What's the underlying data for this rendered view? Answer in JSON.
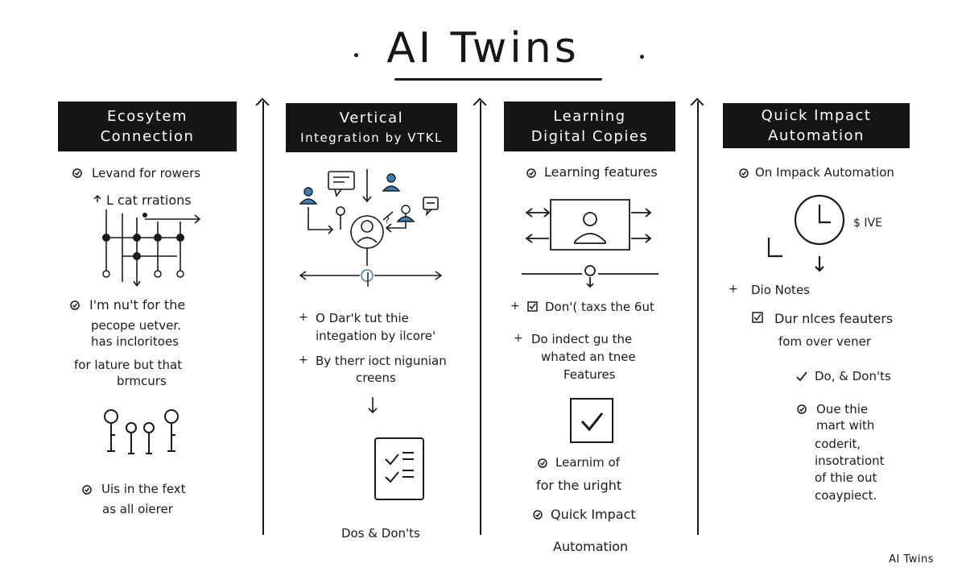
{
  "title": "AI Twins",
  "columns": [
    {
      "header": [
        "Ecosytem",
        "Connection"
      ],
      "bullet1": "Levand for rowers",
      "diagram_label": "L cat rrations",
      "note": [
        "I'm nu't for the",
        "pecope uetver.",
        "has incloritoes",
        "for lature but that",
        "brmcurs"
      ],
      "bottom": [
        "Uis in the fext",
        "as all oierer"
      ]
    },
    {
      "header": [
        "Vertical",
        "Integration by VTKL"
      ],
      "items": [
        {
          "lines": [
            "O Dar'k tut thie",
            "integation by ilcore'"
          ]
        },
        {
          "lines": [
            "By therr ioct nigunian",
            "creens"
          ]
        }
      ],
      "caption": "Dos & Don'ts"
    },
    {
      "header": [
        "Learning",
        "Digital Copies"
      ],
      "bullet1": "Learning features",
      "items": [
        {
          "lines": [
            "Don'( taxs the 6ut"
          ]
        },
        {
          "lines": [
            "Do indect gu the",
            "whated an tnee",
            "Features"
          ]
        }
      ],
      "bottom": [
        "Learnim of",
        "for the uright",
        "Quick Impact",
        "Automation"
      ]
    },
    {
      "header": [
        "Quick Impact",
        "Automation"
      ],
      "bullet1": "On Impack Automation",
      "clock_label": "$ IVE",
      "items": [
        {
          "lines": [
            "Dio Notes"
          ]
        },
        {
          "lines": [
            "Dur nlces feauters",
            "fom over vener"
          ]
        },
        {
          "lines": [
            "Do, & Don'ts"
          ]
        },
        {
          "lines": [
            "Oue thie",
            "mart with",
            "coderit,",
            "insotrationt",
            "of thie out",
            "coaypiect."
          ]
        }
      ]
    }
  ],
  "footer": "AI Twins"
}
